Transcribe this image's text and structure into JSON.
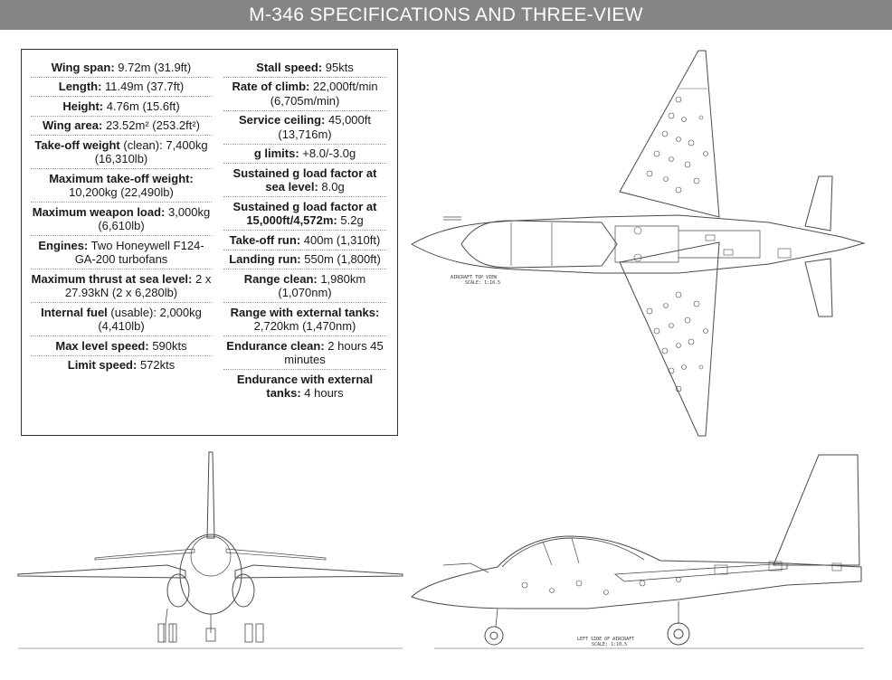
{
  "title": "M-346 SPECIFICATIONS AND THREE-VIEW",
  "specs_left": [
    {
      "label": "Wing span:",
      "value": " 9.72m (31.9ft)"
    },
    {
      "label": "Length:",
      "value": " 11.49m (37.7ft)"
    },
    {
      "label": "Height:",
      "value": " 4.76m (15.6ft)"
    },
    {
      "label": "Wing area:",
      "value": " 23.52m² (253.2ft²)"
    },
    {
      "label": "Take-off weight",
      "value": " (clean): 7,400kg (16,310lb)"
    },
    {
      "label": "Maximum take-off weight:",
      "value": " 10,200kg (22,490lb)"
    },
    {
      "label": "Maximum weapon load:",
      "value": " 3,000kg (6,610lb)"
    },
    {
      "label": "Engines:",
      "value": " Two Honeywell F124-GA-200 turbofans"
    },
    {
      "label": "Maximum thrust at sea level:",
      "value": " 2 x 27.93kN (2 x 6,280lb)"
    },
    {
      "label": "Internal fuel",
      "value": " (usable): 2,000kg (4,410lb)"
    },
    {
      "label": "Max level speed:",
      "value": " 590kts"
    },
    {
      "label": "Limit speed:",
      "value": " 572kts"
    }
  ],
  "specs_right": [
    {
      "label": "Stall speed:",
      "value": " 95kts"
    },
    {
      "label": "Rate of climb:",
      "value": " 22,000ft/min (6,705m/min)"
    },
    {
      "label": "Service ceiling:",
      "value": " 45,000ft (13,716m)"
    },
    {
      "label": "g limits:",
      "value": " +8.0/-3.0g"
    },
    {
      "label": "Sustained g load factor at sea level:",
      "value": " 8.0g"
    },
    {
      "label": "Sustained g load factor at 15,000ft/4,572m:",
      "value": " 5.2g"
    },
    {
      "label": "Take-off run:",
      "value": " 400m (1,310ft)"
    },
    {
      "label": "Landing run:",
      "value": " 550m (1,800ft)"
    },
    {
      "label": "Range clean:",
      "value": " 1,980km (1,070nm)"
    },
    {
      "label": "Range with external tanks:",
      "value": " 2,720km (1,470nm)"
    },
    {
      "label": "Endurance clean:",
      "value": " 2 hours 45 minutes"
    },
    {
      "label": "Endurance with external tanks:",
      "value": " 4 hours"
    }
  ],
  "drawing_captions": {
    "top_view": "AIRCRAFT TOP VIEW",
    "top_view_scale": "SCALE: 1:10.5",
    "side_view": "LEFT SIDE OF AIRCRAFT",
    "side_view_scale": "SCALE: 1:10.5"
  }
}
